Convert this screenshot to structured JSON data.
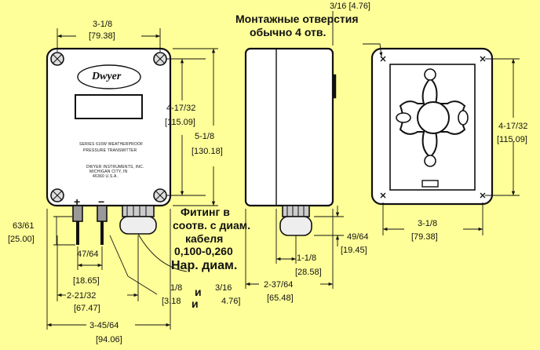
{
  "front": {
    "logo": "Dwyer",
    "series_line": "SERIES 616W WEATHERPROOF",
    "product_line": "PRESSURE TRANSMITTER",
    "maker_line1": "DWYER INSTRUMENTS, INC.",
    "maker_line2": "MICHIGAN CITY, IN",
    "maker_line3": "46360 U.S.A.",
    "plus": "+",
    "minus": "−"
  },
  "dims": {
    "top_width_frac": "3-1/8",
    "top_width_mm": "[79.38]",
    "height_holes_frac": "4-17/32",
    "height_holes_mm": "[115.09]",
    "height_total_frac": "5-1/8",
    "height_total_mm": "[130.18]",
    "side_label_frac": "63/61",
    "side_label_mm": "[25.00]",
    "terminal_frac": "47/64",
    "terminal_mm": "[18.65]",
    "mid_width_frac": "2-21/32",
    "mid_width_mm": "[67.47]",
    "overall_width_frac": "3-45/64",
    "overall_width_mm": "[94.06]",
    "side_top": "3/16 [4.76]",
    "side_right_frac": "49/64",
    "side_right_mm": "[19.45]",
    "fitting_frac": "1-1/8",
    "fitting_mm": "[28.58]",
    "depth_frac": "2-37/64",
    "depth_mm": "[65.48]",
    "back_height_frac": "4-17/32",
    "back_height_mm": "[115.09]",
    "back_width_frac": "3-1/8",
    "back_width_mm": "[79.38]",
    "diam_small_frac": "1/8",
    "diam_small_mm": "[3.18",
    "diam_and_1": "и",
    "diam_large_frac": "3/16",
    "diam_large_mm": "4.76]",
    "diam_and_2": "и"
  },
  "notes": {
    "mount_line1": "Монтажные отверстия",
    "mount_line2": "обычно 4 отв.",
    "fitting_line1": "Фитинг в",
    "fitting_line2": "соотв. с диам.",
    "fitting_line3": "кабеля",
    "fitting_line4": "0,100-0,260",
    "fitting_line5": "Нар. диам."
  }
}
